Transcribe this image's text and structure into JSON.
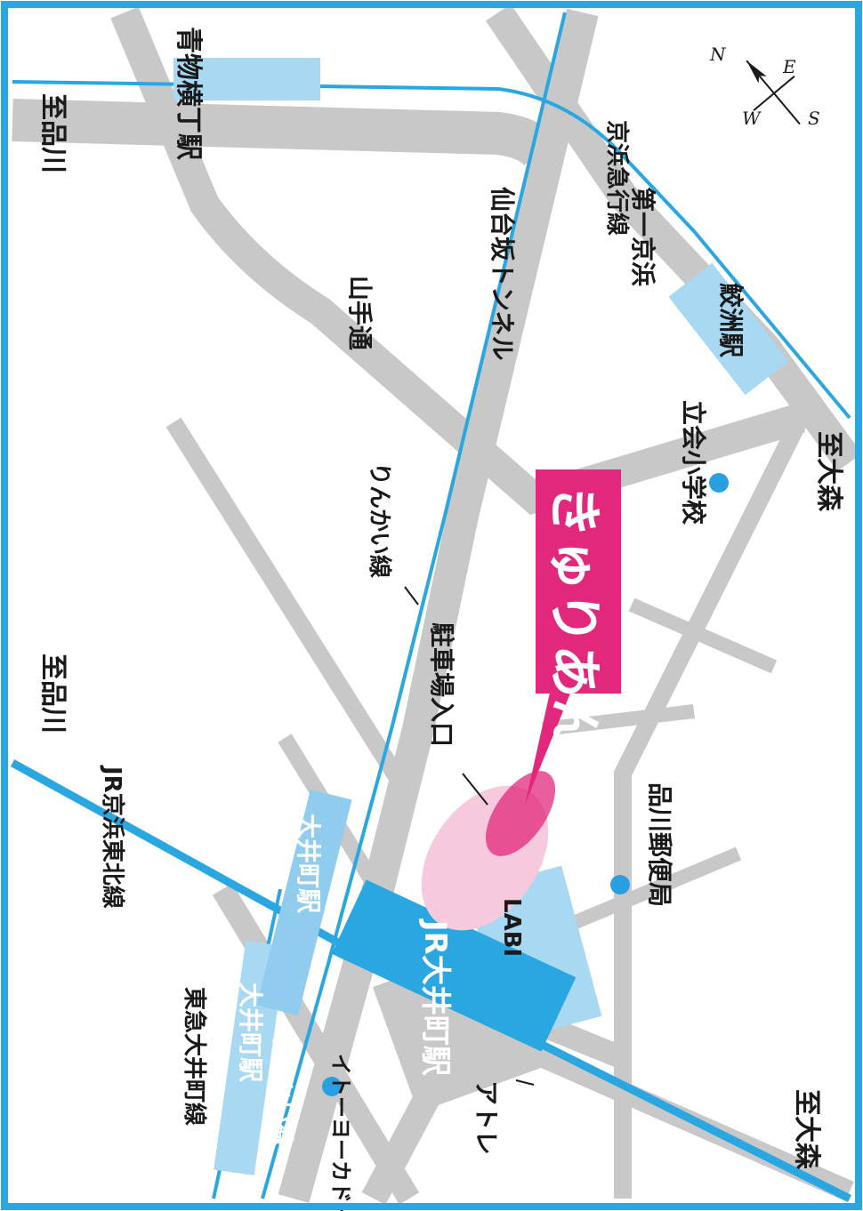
{
  "colors": {
    "border": "#2aa6e0",
    "road": "#c8c8c8",
    "rail": "#2aa6e0",
    "station_light": "#a8d8f2",
    "station_dark": "#2aa6e0",
    "highlight": "#e2287c",
    "parking": "#f6c9dc",
    "poi_dot": "#2a9fe0"
  },
  "stations": {
    "aomono": "青物横丁駅",
    "samezu": "鮫洲駅",
    "oimachi_tokyu": "大井町駅",
    "oimachi_rinkai": "大井町駅",
    "oimachi_jr": "JR大井町駅"
  },
  "rail_lines": {
    "keikyu": "京浜急行線",
    "rinkai": "りんかい線",
    "rinkai_label_station": "りんかい線",
    "keihin_tohoku": "JR京浜東北線",
    "tokyu_oimachi": "東急大井町線"
  },
  "roads": {
    "sendaizaka": "仙台坂トンネル",
    "daiichi_keihin": "第一京浜",
    "yamate": "山手通"
  },
  "destinations": {
    "to_shinagawa_top": "至品川",
    "to_shinagawa_mid": "至品川",
    "to_omori_right": "至大森",
    "to_omori_bottom": "至大森"
  },
  "landmarks": {
    "school": "立会小学校",
    "post_office": "品川郵便局",
    "parking_entrance": "駐車場入口",
    "labi": "LABI",
    "atre": "アトレ",
    "ito_yokado": "イトーヨーカドー"
  },
  "destination_label": "きゅりあん",
  "compass": {
    "n": "N",
    "s": "S",
    "e": "E",
    "w": "W"
  }
}
